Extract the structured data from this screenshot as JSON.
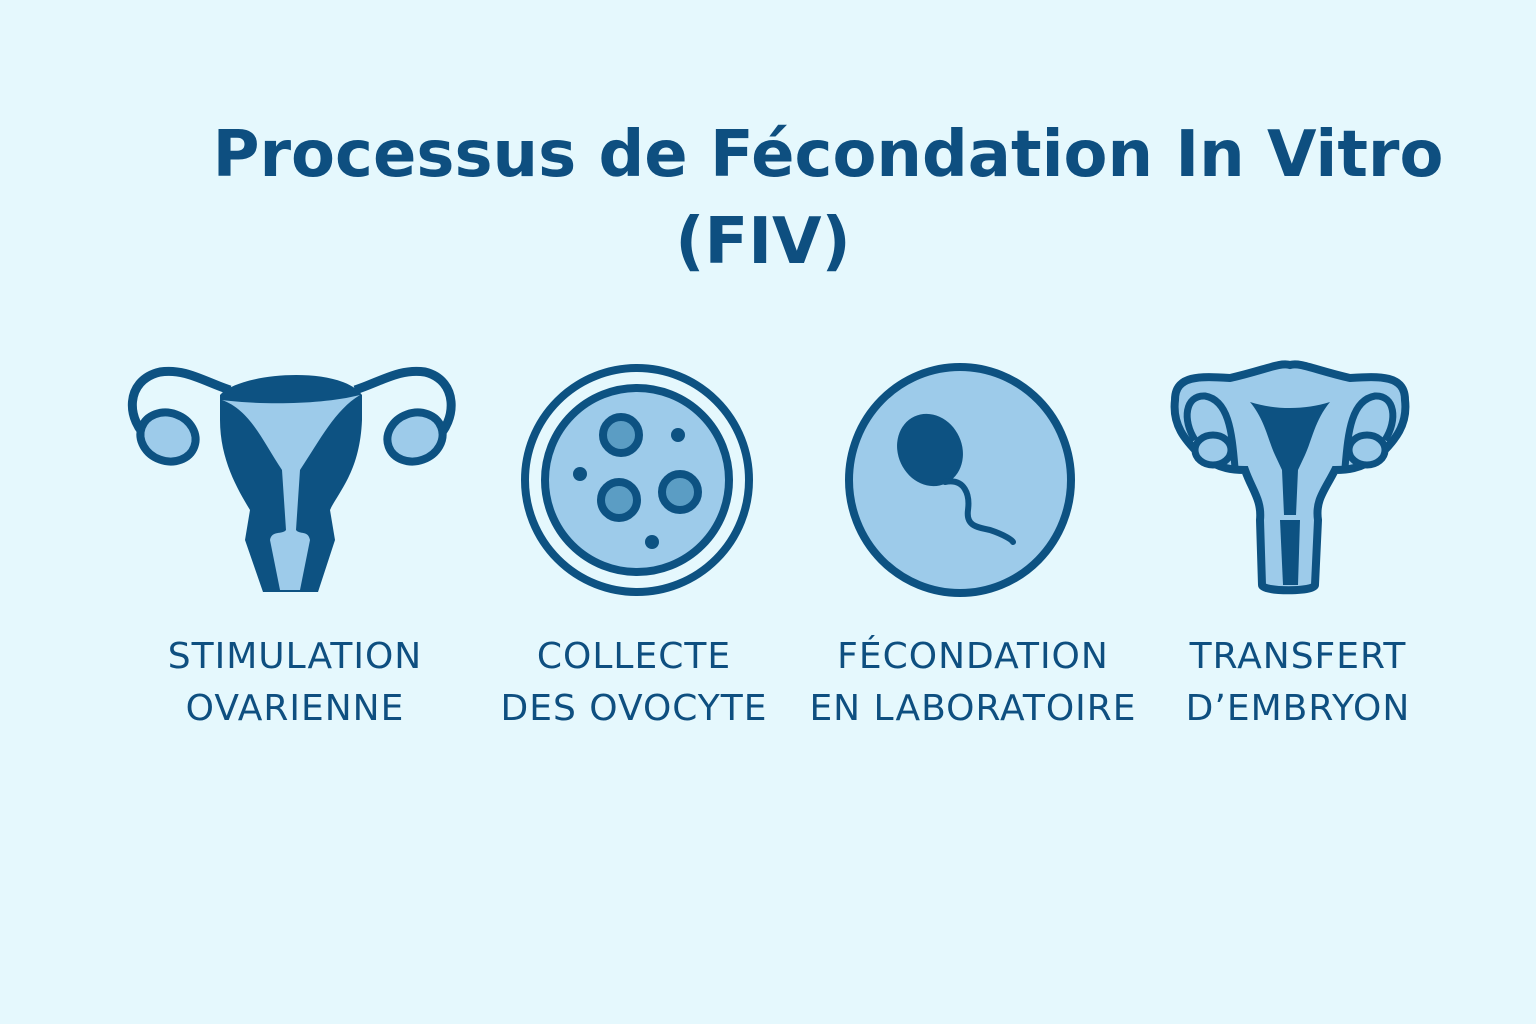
{
  "title": {
    "line1": "Processus de Fécondation In Vitro",
    "line2": "(FIV)"
  },
  "colors": {
    "background": "#e5f8fd",
    "dark": "#0d5282",
    "light": "#9dcbea",
    "mid": "#5b9dc4"
  },
  "steps": [
    {
      "icon": "uterus-icon",
      "line1": "STIMULATION",
      "line2": "OVARIENNE"
    },
    {
      "icon": "petri-dish-oocytes-icon",
      "line1": "COLLECTE",
      "line2": "DES OVOCYTE"
    },
    {
      "icon": "sperm-in-egg-icon",
      "line1": "FÉCONDATION",
      "line2": "EN LABORATOIRE"
    },
    {
      "icon": "uterus-outline-icon",
      "line1": "TRANSFERT",
      "line2": "D’EMBRYON"
    }
  ]
}
